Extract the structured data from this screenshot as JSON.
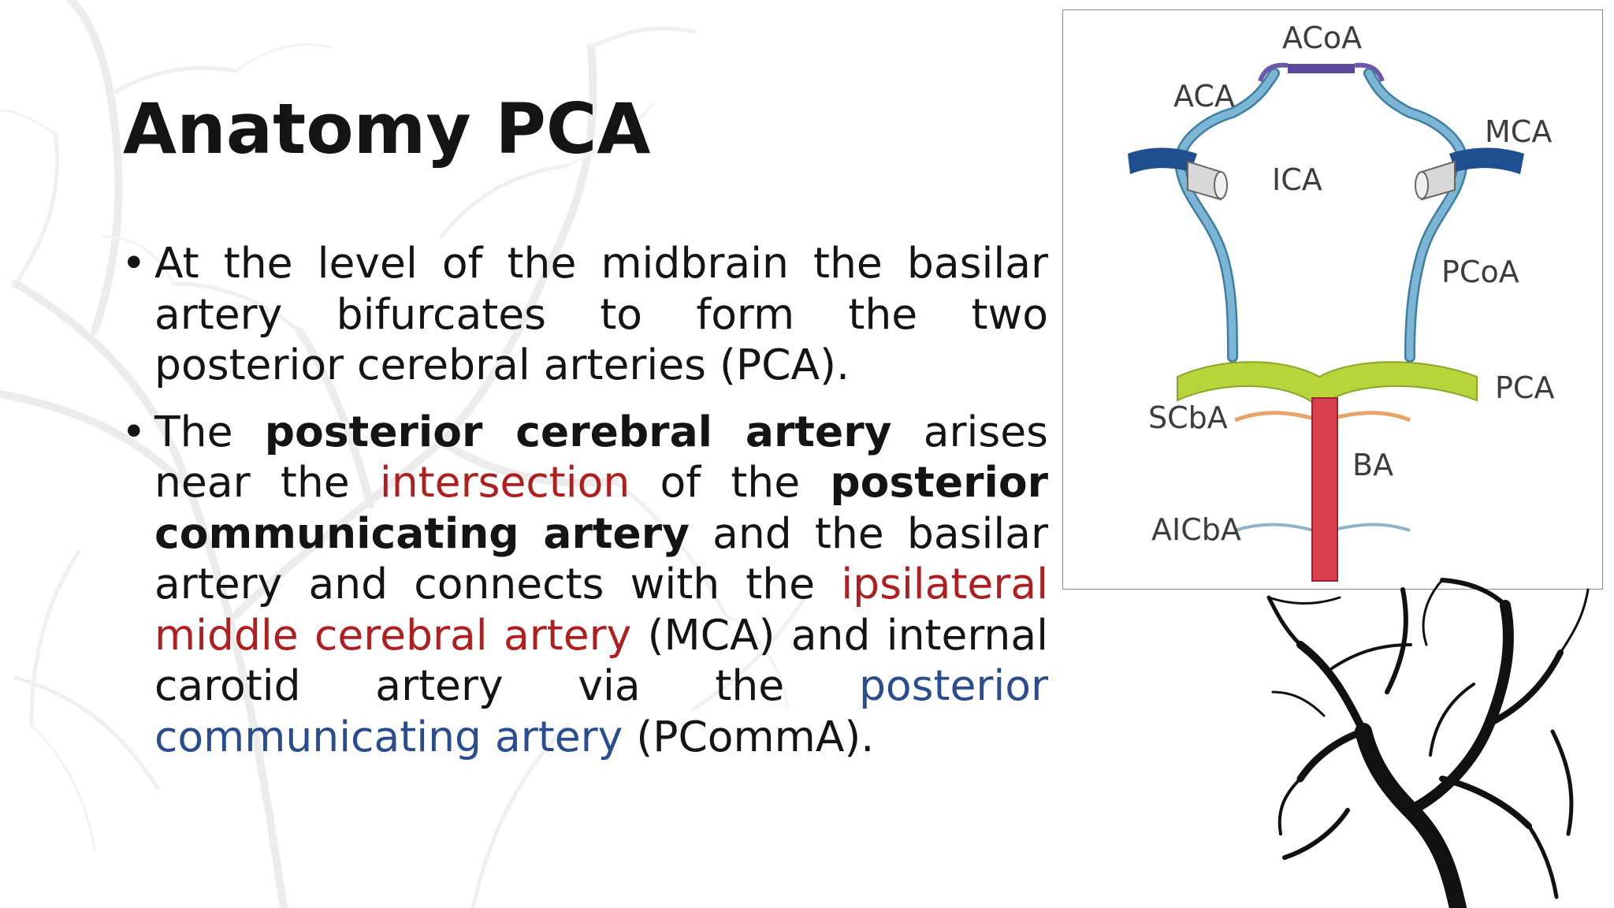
{
  "slide": {
    "title": "Anatomy PCA",
    "bullet_marker": "•",
    "bullet1": {
      "text": "At the level of the midbrain the basilar artery bifurcates to form the two posterior cerebral arteries (PCA)."
    },
    "bullet2": {
      "s1": "The ",
      "s2": "posterior cerebral artery",
      "s3": " arises near the ",
      "s4": "intersection",
      "s5": " of the ",
      "s6": "posterior communicating artery",
      "s7": " and the basilar artery and connects with the ",
      "s8": "ipsilateral middle cerebral artery",
      "s9": " (MCA) and internal carotid artery via the ",
      "s10": "posterior communicating artery",
      "s11": " (PCommA)."
    }
  },
  "diagram": {
    "labels": {
      "acoa": "ACoA",
      "aca": "ACA",
      "mca": "MCA",
      "ica": "ICA",
      "pcoa": "PCoA",
      "pca": "PCA",
      "scba": "SCbA",
      "ba": "BA",
      "aicba": "AICbA"
    }
  },
  "colors": {
    "text": "#141414",
    "highlight_red": "#b01f1f",
    "highlight_blue": "#2a4d8f",
    "vessel_light_blue": "#7db6d4",
    "vessel_dark_blue": "#1f4f8f",
    "pca_green": "#b7d43a",
    "basilar_red": "#d8404e",
    "scba_orange": "#e8a36a",
    "acoa_purple": "#5a4a9c"
  }
}
